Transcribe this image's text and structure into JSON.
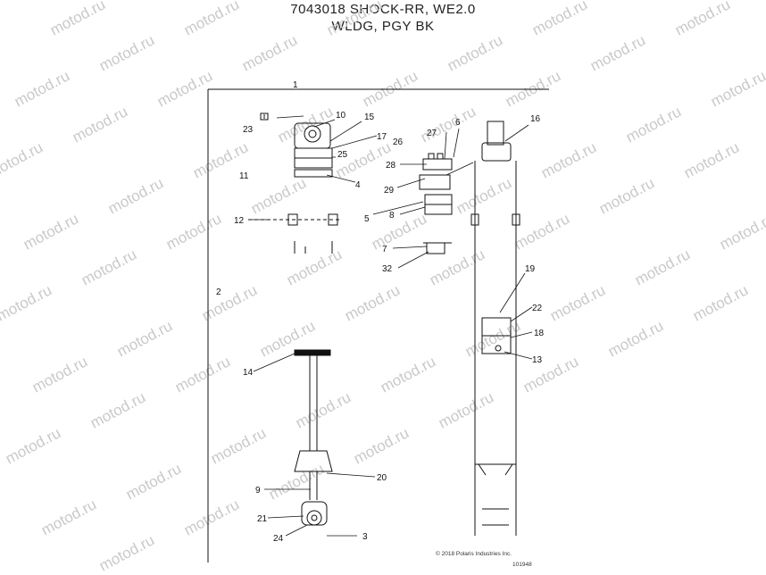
{
  "title": {
    "line1": "7043018 SHOCK-RR, WE2.0",
    "line2": "WLDG, PGY BK"
  },
  "watermark": "motod.ru",
  "callouts": [
    "1",
    "2",
    "3",
    "4",
    "5",
    "6",
    "7",
    "8",
    "9",
    "10",
    "11",
    "12",
    "13",
    "14",
    "15",
    "16",
    "17",
    "18",
    "19",
    "20",
    "21",
    "22",
    "23",
    "24",
    "25",
    "26",
    "27",
    "28",
    "29",
    "32"
  ],
  "footer": {
    "copyright": "© 2018 Polaris Industries Inc.",
    "code": "101948"
  },
  "colors": {
    "line": "#111111",
    "watermark": "#c9c9c9",
    "background": "#ffffff"
  }
}
